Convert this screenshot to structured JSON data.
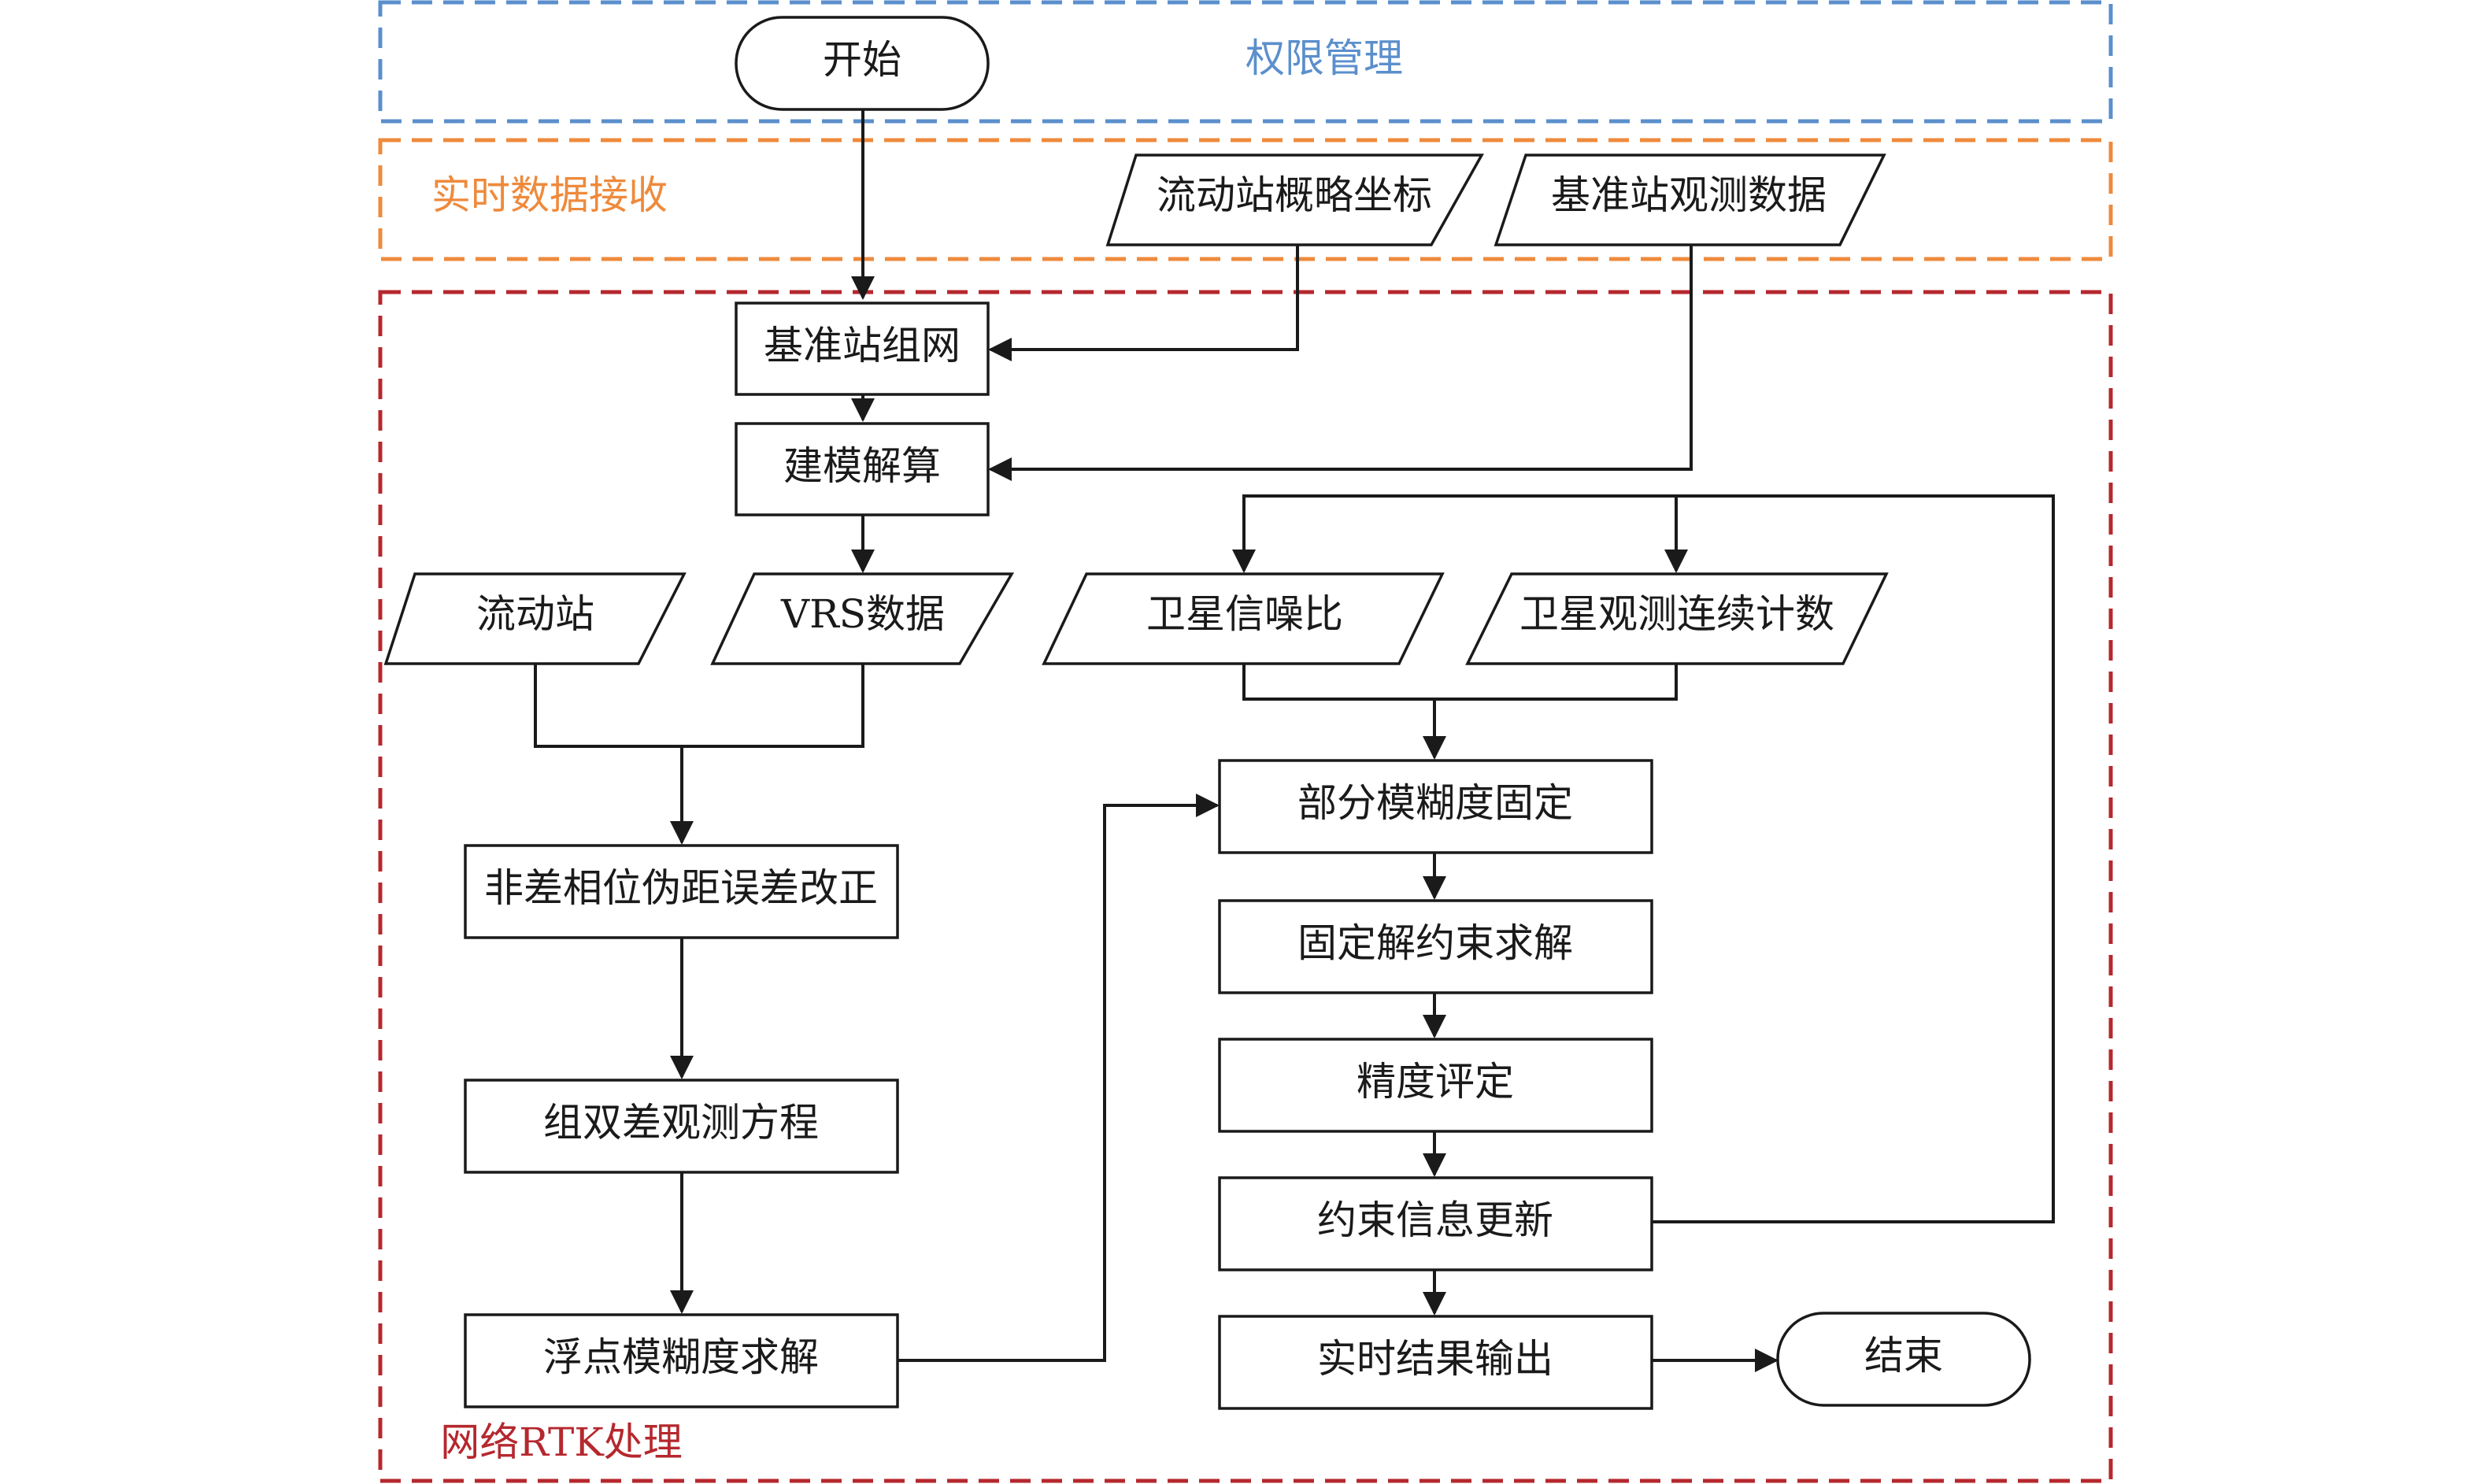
{
  "regions": {
    "permission": {
      "label": "权限管理",
      "color": "#5b8fcc"
    },
    "data_receive": {
      "label": "实时数据接收",
      "color": "#ee8a3c"
    },
    "rtk": {
      "label": "网络RTK处理",
      "color": "#b5282e"
    }
  },
  "nodes": {
    "start": "开始",
    "rover_coarse_coords": "流动站概略坐标",
    "base_obs_data": "基准站观测数据",
    "base_network": "基准站组网",
    "model_solve": "建模解算",
    "rover": "流动站",
    "vrs_data": "VRS数据",
    "sat_snr": "卫星信噪比",
    "sat_continuous_count": "卫星观测连续计数",
    "undiff_correction": "非差相位伪距误差改正",
    "double_diff_eq": "组双差观测方程",
    "float_ambiguity": "浮点模糊度求解",
    "partial_ambiguity_fix": "部分模糊度固定",
    "fixed_constraint_solve": "固定解约束求解",
    "accuracy_eval": "精度评定",
    "constraint_update": "约束信息更新",
    "realtime_output": "实时结果输出",
    "end": "结束"
  },
  "style": {
    "line_color": "#1a1a1a",
    "box_fill": "#ffffff"
  }
}
